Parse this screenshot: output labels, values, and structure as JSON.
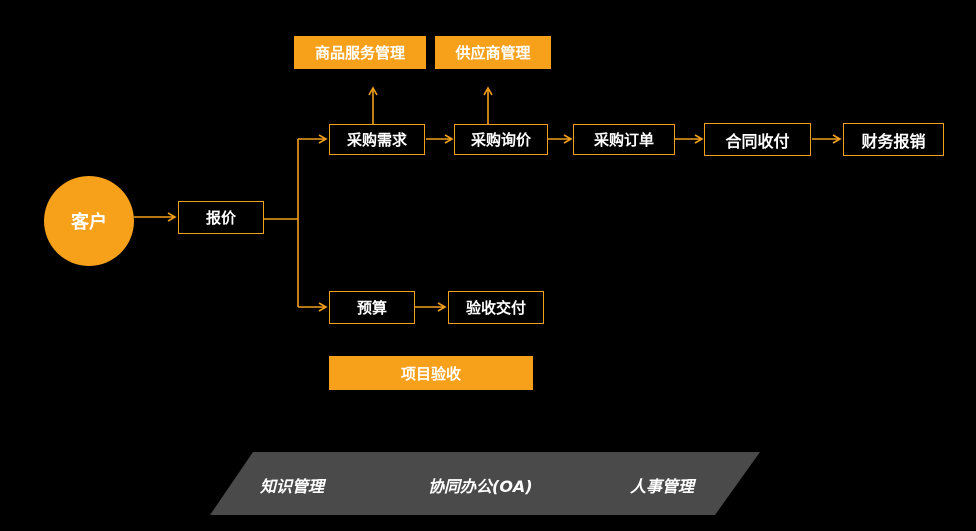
{
  "nodes": {
    "customer": "客户",
    "quote": "报价",
    "purchase_request": "采购需求",
    "purchase_inquiry": "采购询价",
    "purchase_order": "采购订单",
    "contract_payment": "合同收付",
    "finance_reimbursement": "财务报销",
    "product_service_mgmt": "商品服务管理",
    "supplier_mgmt": "供应商管理",
    "budget": "预算",
    "acceptance_delivery": "验收交付",
    "project_acceptance": "项目验收"
  },
  "bottom_bar": {
    "items": [
      "知识管理",
      "协同办公(OA)",
      "人事管理"
    ]
  },
  "colors": {
    "accent": "#f7a01a",
    "line": "#f29f1b",
    "bar": "#4a4a4a",
    "background": "#000000"
  }
}
